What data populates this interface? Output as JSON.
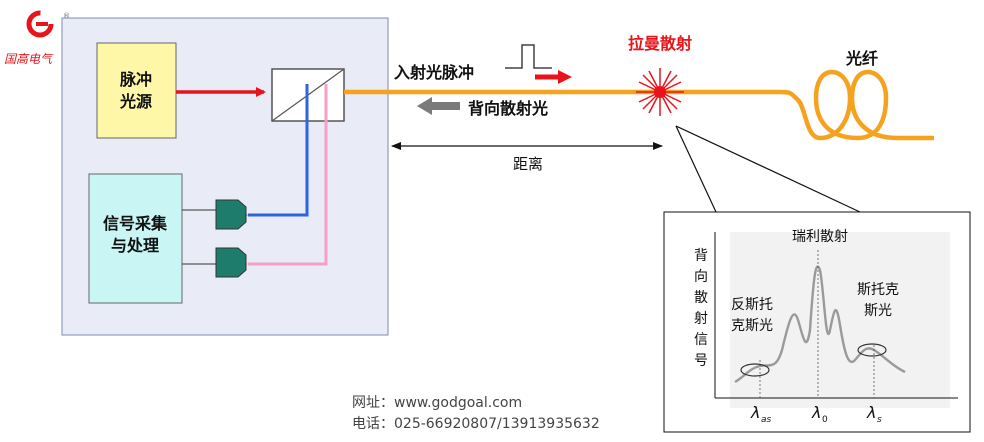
{
  "logo": {
    "text": "国高电气",
    "mark": "®"
  },
  "labels": {
    "pulse_source_1": "脉冲",
    "pulse_source_2": "光源",
    "signal_proc_1": "信号采集",
    "signal_proc_2": "与处理",
    "incident_pulse": "入射光脉冲",
    "backscatter": "背向散射光",
    "distance": "距离",
    "raman": "拉曼散射",
    "fiber": "光纤"
  },
  "spectrum": {
    "y_axis_chars": [
      "背",
      "向",
      "散",
      "射",
      "信",
      "号"
    ],
    "rayleigh": "瑞利散射",
    "anti_stokes_1": "反斯托",
    "anti_stokes_2": "克斯光",
    "stokes_1": "斯托克",
    "stokes_2": "斯光",
    "lambda_as": "λ",
    "lambda_as_sub": "as",
    "lambda_0": "λ",
    "lambda_0_sub": "0",
    "lambda_s": "λ",
    "lambda_s_sub": "s"
  },
  "contact": {
    "site": "网址：www.godgoal.com",
    "phone": "电话：025-66920807/13913935632"
  },
  "colors": {
    "fiber": "#f5a21f",
    "arrow_red": "#e8141b",
    "arrow_blue": "#2f63e0",
    "arrow_pink": "#f59fc8",
    "detector": "#1e7c6c",
    "box_yellow": "#fff7a8",
    "box_cyan": "#c9f5f4",
    "panel": "#e9ecf6",
    "raman_text": "#e8141b"
  }
}
